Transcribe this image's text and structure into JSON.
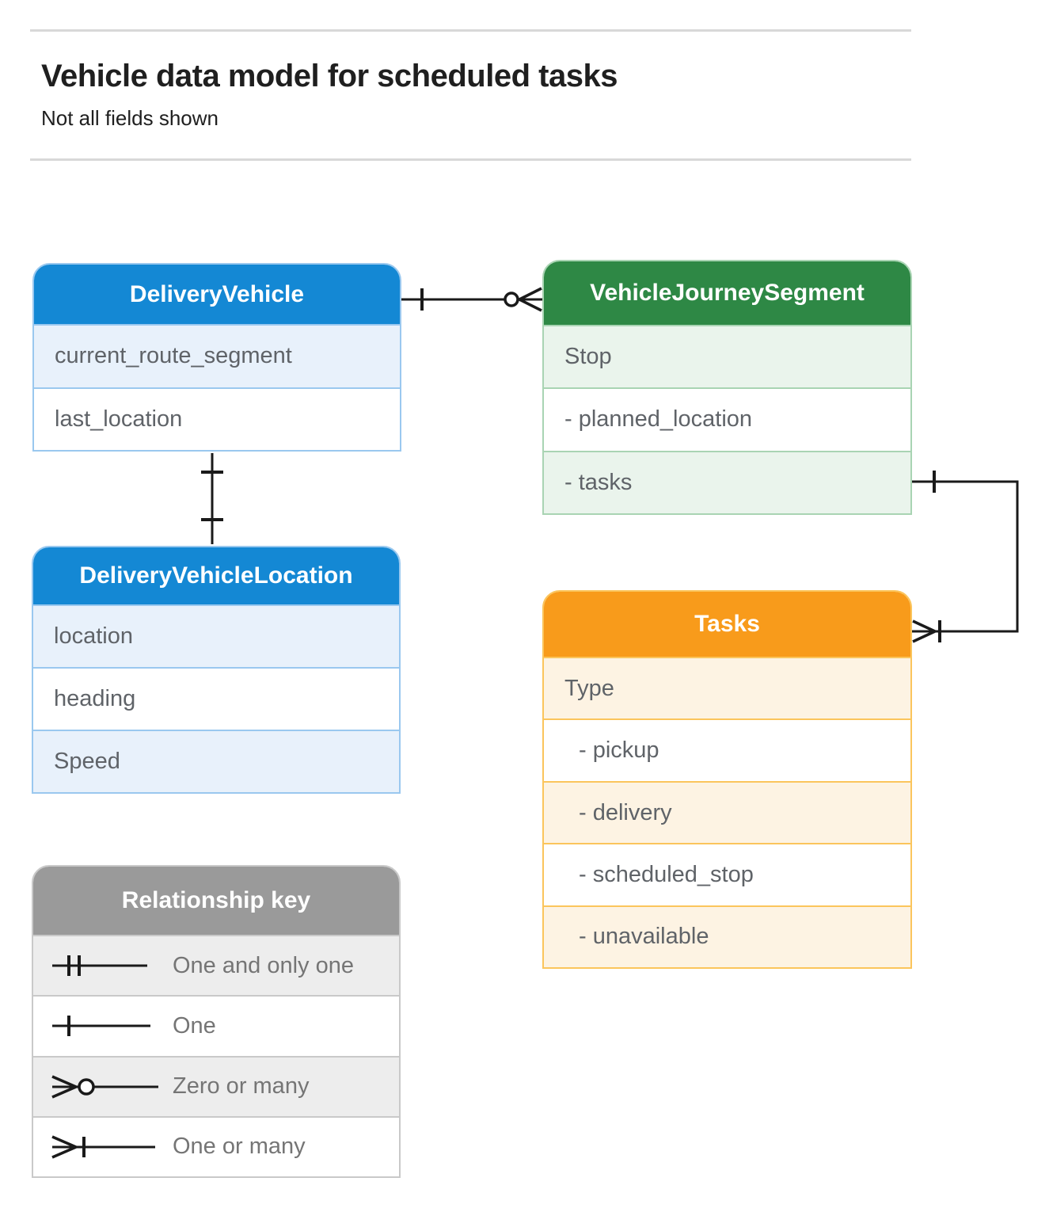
{
  "page": {
    "title": "Vehicle data model for scheduled tasks",
    "subtitle": "Not all fields shown"
  },
  "entities": [
    {
      "name": "DeliveryVehicle",
      "theme": "blue",
      "fields": [
        {
          "label": "current_route_segment"
        },
        {
          "label": "last_location"
        }
      ]
    },
    {
      "name": "VehicleJourneySegment",
      "theme": "green",
      "fields": [
        {
          "label": "Stop"
        },
        {
          "label": "- planned_location"
        },
        {
          "label": "- tasks"
        }
      ]
    },
    {
      "name": "DeliveryVehicleLocation",
      "theme": "blue",
      "fields": [
        {
          "label": "location"
        },
        {
          "label": "heading"
        },
        {
          "label": "Speed"
        }
      ]
    },
    {
      "name": "Tasks",
      "theme": "orange",
      "fields": [
        {
          "label": "Type"
        },
        {
          "label": "- pickup"
        },
        {
          "label": "- delivery"
        },
        {
          "label": "- scheduled_stop"
        },
        {
          "label": "- unavailable"
        }
      ]
    }
  ],
  "connectors": [
    {
      "from": "DeliveryVehicle",
      "to": "VehicleJourneySegment",
      "from_cardinality": "one",
      "to_cardinality": "zero-or-many"
    },
    {
      "from": "DeliveryVehicle",
      "to": "DeliveryVehicleLocation",
      "from_cardinality": "one",
      "to_cardinality": "one"
    },
    {
      "from": "VehicleJourneySegment.tasks",
      "to": "Tasks",
      "from_cardinality": "one",
      "to_cardinality": "one-or-many"
    }
  ],
  "relationship_key": {
    "title": "Relationship key",
    "items": [
      {
        "symbol": "one-and-only-one",
        "label": "One and only one"
      },
      {
        "symbol": "one",
        "label": "One"
      },
      {
        "symbol": "zero-or-many",
        "label": "Zero or many"
      },
      {
        "symbol": "one-or-many",
        "label": "One or many"
      }
    ]
  },
  "colors": {
    "blue_header": "#1488d4",
    "blue_row": "#e8f1fb",
    "blue_border": "#9ac8ef",
    "green_header": "#2e8845",
    "green_row": "#eaf4ec",
    "green_border": "#a9d4b3",
    "orange_header": "#f89b1b",
    "orange_row": "#fdf3e3",
    "orange_border": "#fbc55c",
    "gray_header": "#9a9a9a",
    "gray_row": "#ededed",
    "connector_line": "#1a1a1a",
    "field_text": "#5f6368"
  }
}
